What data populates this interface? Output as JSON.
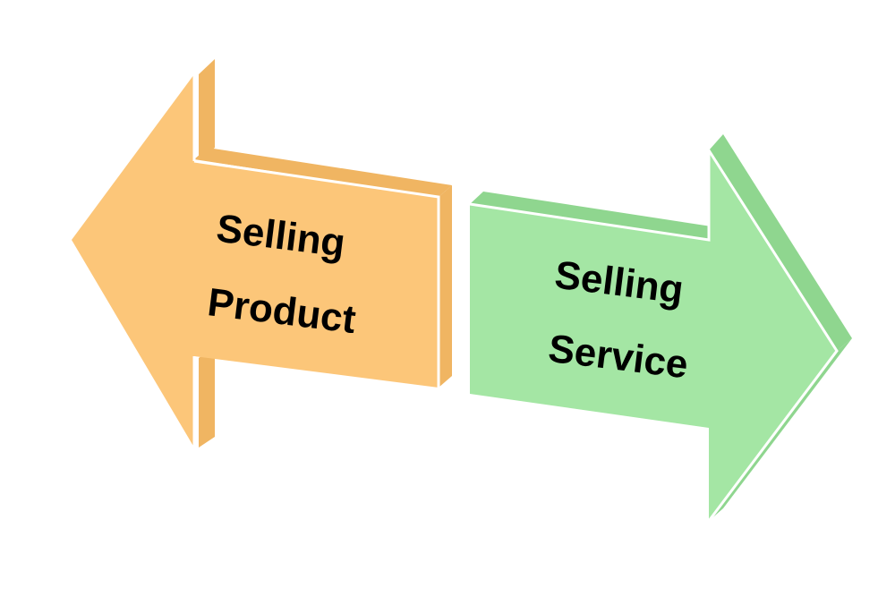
{
  "diagram": {
    "left_arrow": {
      "direction": "left",
      "line1": "Selling",
      "line2": "Product",
      "face_color": "#FCC679",
      "side_color": "#F0B562",
      "edge_color": "#FFFFFF"
    },
    "right_arrow": {
      "direction": "right",
      "line1": "Selling",
      "line2": "Service",
      "face_color": "#A4E6A4",
      "side_color": "#8FD68F",
      "edge_color": "#FFFFFF"
    }
  }
}
